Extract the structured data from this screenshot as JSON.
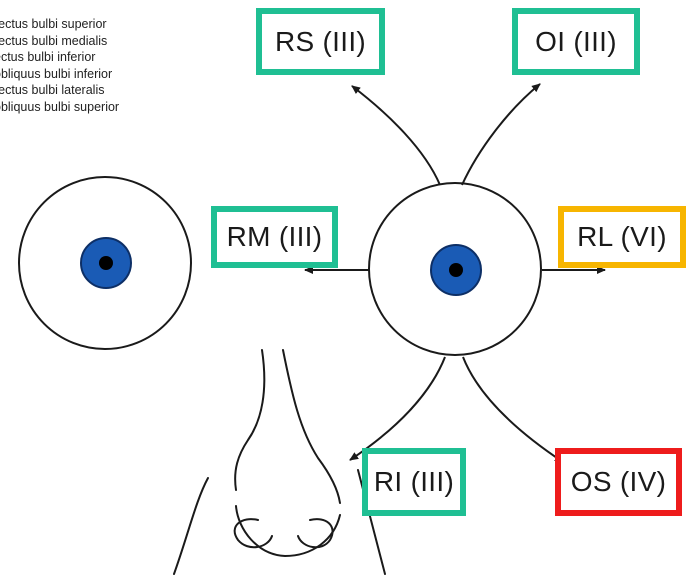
{
  "legend": [
    "rectus bulbi superior",
    "rectus bulbi medialis",
    "ectus bulbi inferior",
    "obliquus bulbi inferior",
    "rectus bulbi lateralis",
    "obliquus bulbi superior"
  ],
  "labels": {
    "rs": "RS (III)",
    "oi": "OI (III)",
    "rm": "RM (III)",
    "rl": "RL (VI)",
    "ri": "RI (III)",
    "os": "OS (IV)"
  },
  "colors": {
    "green": "#1fbf93",
    "orange": "#f7b500",
    "red": "#ee1c1c",
    "iris": "#1a5bb5"
  }
}
